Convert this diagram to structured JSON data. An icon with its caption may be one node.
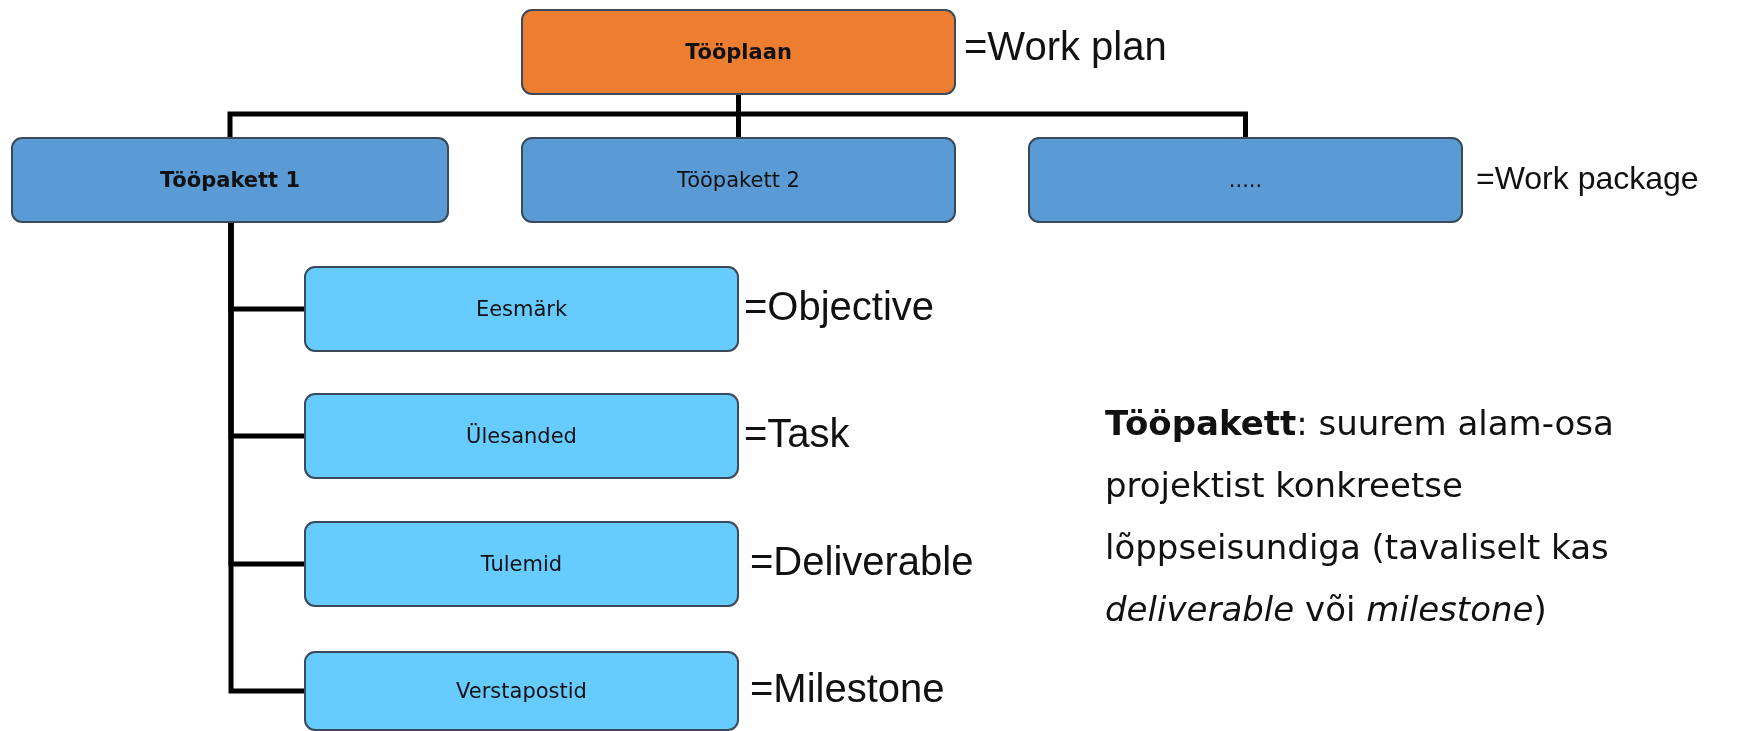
{
  "diagram": {
    "nodes": [
      {
        "text": [
          "Tööplaan"
        ],
        "beside": [
          "=Work plan"
        ]
      },
      {
        "text": [
          "Tööpakett 1"
        ]
      },
      {
        "text": [
          "Tööpakett 2"
        ]
      },
      {
        "text": [
          "....."
        ],
        "beside": [
          "=Work package"
        ]
      },
      {
        "text": [
          "Eesmärk"
        ],
        "beside": [
          "=Objective"
        ]
      },
      {
        "text": [
          "Ülesanded"
        ],
        "beside": [
          "=Task"
        ]
      },
      {
        "text": [
          "Tulemid"
        ],
        "beside": [
          "=Deliverable"
        ]
      },
      {
        "text": [
          "Verstapostid"
        ],
        "beside": [
          "=Milestone"
        ]
      }
    ],
    "edges": [
      {
        "from": 0,
        "to": 1,
        "arrow": "none"
      },
      {
        "from": 0,
        "to": 2,
        "arrow": "none"
      },
      {
        "from": 0,
        "to": 3,
        "arrow": "none"
      },
      {
        "from": 1,
        "to": 4,
        "arrow": "none"
      },
      {
        "from": 1,
        "to": 5,
        "arrow": "none"
      },
      {
        "from": 1,
        "to": 6,
        "arrow": "none"
      },
      {
        "from": 1,
        "to": 7,
        "arrow": "none"
      }
    ],
    "labels": [
      "**Tööpakett**: suurem alam-osa projektist konkreetse lõppseisundiga (tavaliselt kas *deliverable* või *milestone*)"
    ]
  }
}
